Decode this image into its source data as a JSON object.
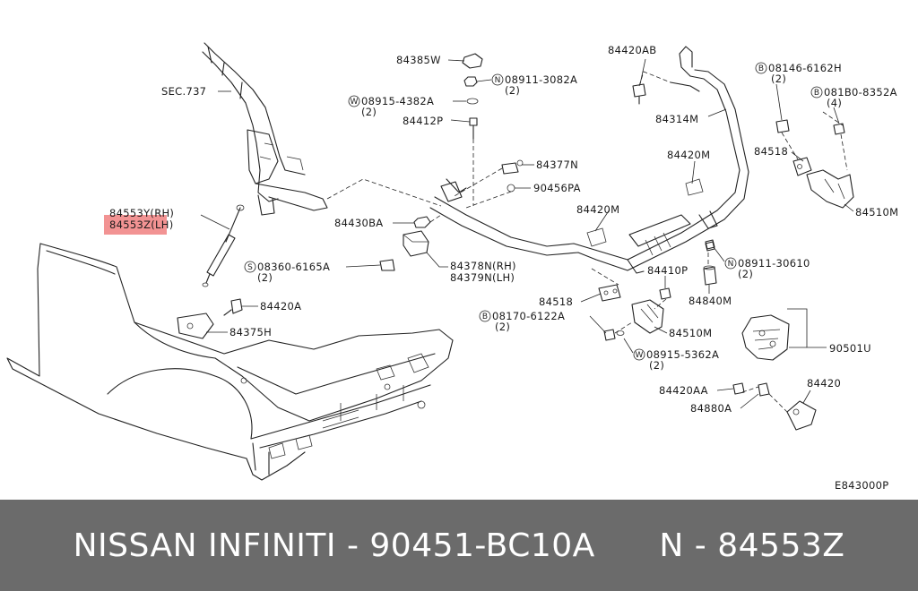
{
  "diagram": {
    "labels": {
      "p84385W": "84385W",
      "p08911_3082A": "08911-3082A",
      "q2a": "(2)",
      "p08915_4382A": "08915-4382A",
      "q2b": "(2)",
      "p84412P": "84412P",
      "p84377N": "84377N",
      "p90456PA": "90456PA",
      "p84430BA": "84430BA",
      "pSEC737": "SEC.737",
      "p84553Y": "84553Y(RH)",
      "p84553Z": "84553Z(LH)",
      "p08360_6165A": "08360-6165A",
      "q2c": "(2)",
      "p84378N": "84378N(RH)",
      "p84379N": "84379N(LH)",
      "p84420A": "84420A",
      "p84375H": "84375H",
      "p84420AB": "84420AB",
      "p84314M": "84314M",
      "p84420M_a": "84420M",
      "p84420M_b": "84420M",
      "p08146_6162H": "08146-6162H",
      "q2d": "(2)",
      "p081B0_8352A": "081B0-8352A",
      "q4": "(4)",
      "p84518_a": "84518",
      "p84510M_a": "84510M",
      "p08911_30610": "08911-30610",
      "q2e": "(2)",
      "p84410P": "84410P",
      "p84840M": "84840M",
      "p84518_b": "84518",
      "p08170_6122A": "08170-6122A",
      "q2f": "(2)",
      "p84510M_b": "84510M",
      "p08915_5362A": "08915-5362A",
      "q2g": "(2)",
      "p90501U": "90501U",
      "p84420AA": "84420AA",
      "p84880A": "84880A",
      "p84420": "84420",
      "ref": "E843000P"
    },
    "symbols": {
      "N": "N",
      "W": "W",
      "S": "S",
      "B": "B"
    },
    "highlight_color": "#f08080"
  },
  "footer": {
    "text": "NISSAN INFINITI - 90451-BC10A      N - 84553Z",
    "background": "#6b6b6b",
    "color": "#ffffff"
  }
}
